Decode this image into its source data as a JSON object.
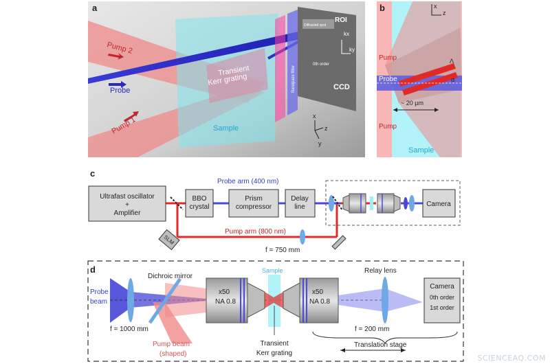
{
  "panel_a": {
    "letter": "a",
    "pump2": "Pump 2",
    "pump1": "Pump 1",
    "probe": "Probe",
    "grating_line1": "Transient",
    "grating_line2": "Kerr grating",
    "sample": "Sample",
    "filter": "Bandpass filter",
    "roi": "ROI",
    "diffracted": "Diffracted spot",
    "zero_order": "0th order",
    "kx": "kx",
    "ky": "ky",
    "ccd": "CCD",
    "axis_x": "x",
    "axis_z": "z",
    "axis_y": "y"
  },
  "panel_b": {
    "letter": "b",
    "axis_x": "x",
    "axis_z": "z",
    "pump_top": "Pump",
    "pump_bottom": "Pump",
    "probe": "Probe",
    "lambda": "Λ",
    "alpha": "α",
    "scale": "~ 20 µm",
    "sample": "Sample"
  },
  "panel_c": {
    "letter": "c",
    "probe_arm": "Probe arm (400 nm)",
    "oscillator_line1": "Ultrafast oscillator",
    "oscillator_line2": "+",
    "oscillator_line3": "Amplifier",
    "bbo_line1": "BBO",
    "bbo_line2": "crystal",
    "prism_line1": "Prism",
    "prism_line2": "compressor",
    "delay_line1": "Delay",
    "delay_line2": "line",
    "camera": "Camera",
    "pump_arm": "Pump arm (800 nm)",
    "slm": "SLM",
    "focal": "f = 750 mm"
  },
  "panel_d": {
    "letter": "d",
    "probe_line1": "Probe",
    "probe_line2": "beam",
    "dichroic": "Dichroic mirror",
    "obj1_line1": "x50",
    "obj1_line2": "NA 0.8",
    "sample": "Sample",
    "obj2_line1": "x50",
    "obj2_line2": "NA 0.8",
    "relay": "Relay lens",
    "camera": "Camera",
    "order0": "0th order",
    "order1": "1st order",
    "focal1": "f = 1000 mm",
    "pump_line1": "Pump beam",
    "pump_line2": "(shaped)",
    "kerr_line1": "Transient",
    "kerr_line2": "Kerr grating",
    "focal2": "f = 200 mm",
    "stage": "Translation stage"
  },
  "watermark": "SCIENCEAQ.COM"
}
